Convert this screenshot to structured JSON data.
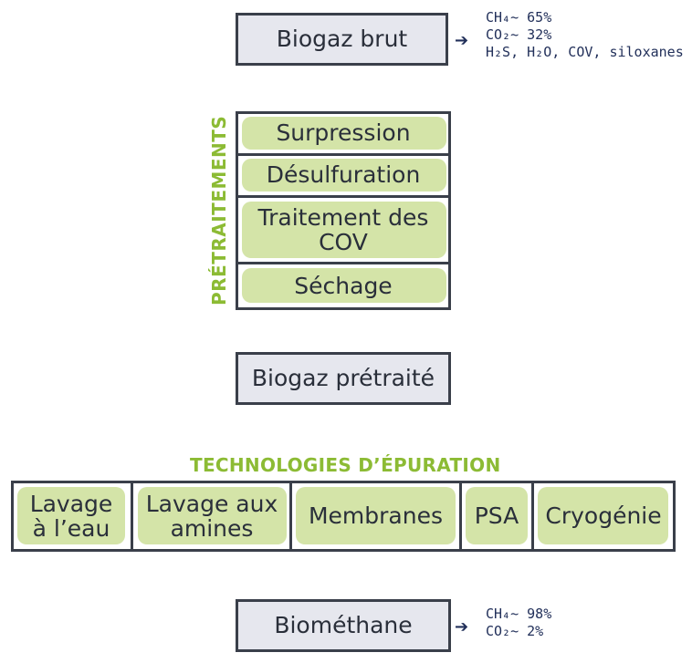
{
  "boxes": {
    "biogaz_brut": "Biogaz brut",
    "surpression": "Surpression",
    "desulfuration": "Désulfuration",
    "traitement_cov": "Traitement des COV",
    "sechage": "Séchage",
    "biogaz_pretraite": "Biogaz prétraité",
    "biomethane": "Biométhane"
  },
  "headings": {
    "pretraitements": "PRÉTRAITEMENTS",
    "technologies": "TECHNOLOGIES D’ÉPURATION"
  },
  "technologies": [
    "Lavage à l’eau",
    "Lavage aux amines",
    "Membranes",
    "PSA",
    "Cryogénie"
  ],
  "notes": {
    "brut": {
      "ch4": "CH₄~ 65%",
      "co2": "CO₂~ 32%",
      "others": "H₂S, H₂O, COV, siloxanes"
    },
    "biomethane": {
      "ch4": "CH₄~ 98%",
      "co2": "CO₂~ 2%"
    }
  },
  "colors": {
    "green_accent": "#8cbb34",
    "green_fill": "#d4e4a8",
    "gray_fill": "#e6e7ee",
    "border": "#3a3f4a",
    "arrow_green": "#8cbb34",
    "note_ink": "#22305a"
  }
}
